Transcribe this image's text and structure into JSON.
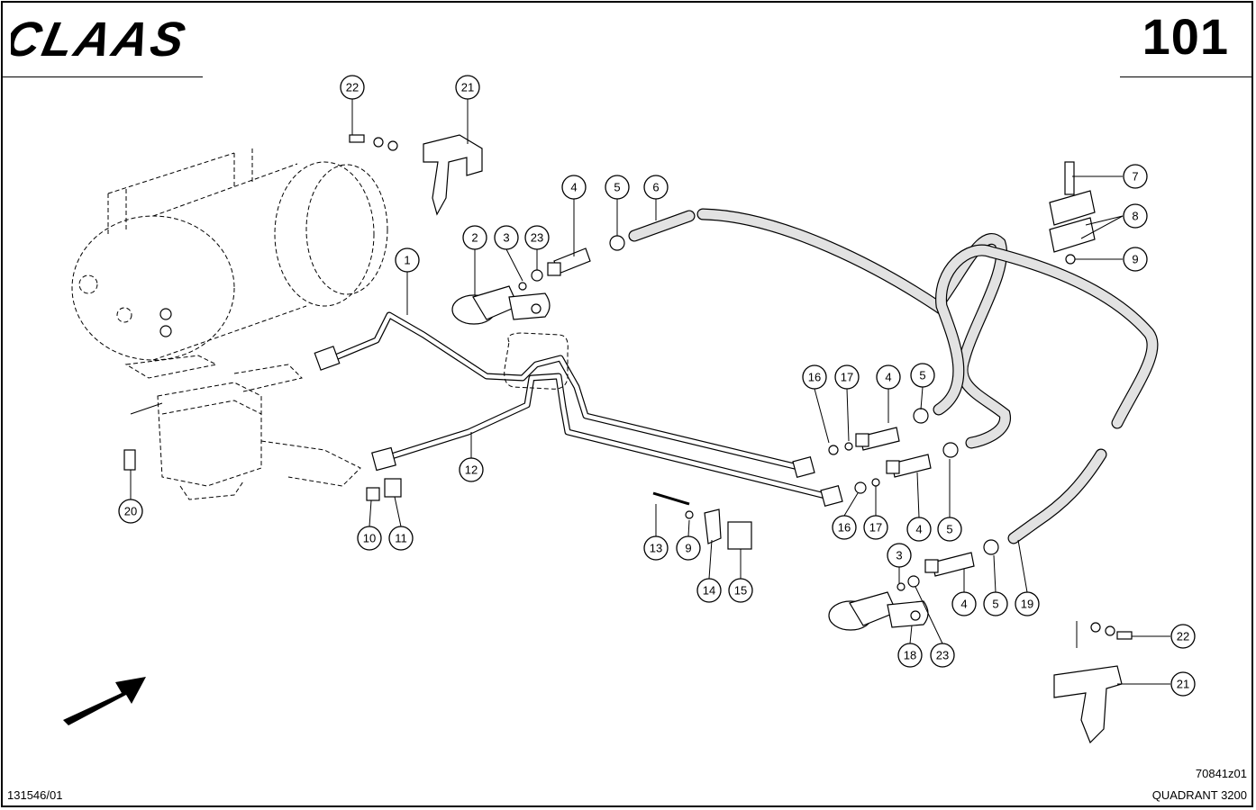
{
  "header": {
    "brand": "CLAAS",
    "page_number": "101"
  },
  "footer": {
    "doc_id": "131546/01",
    "drawing_code": "70841z01",
    "machine_model": "QUADRANT 3200"
  },
  "callouts": [
    {
      "label": "22"
    },
    {
      "label": "21"
    },
    {
      "label": "4"
    },
    {
      "label": "5"
    },
    {
      "label": "6"
    },
    {
      "label": "7"
    },
    {
      "label": "8"
    },
    {
      "label": "9"
    },
    {
      "label": "2"
    },
    {
      "label": "3"
    },
    {
      "label": "23"
    },
    {
      "label": "1"
    },
    {
      "label": "16"
    },
    {
      "label": "17"
    },
    {
      "label": "4"
    },
    {
      "label": "5"
    },
    {
      "label": "12"
    },
    {
      "label": "20"
    },
    {
      "label": "10"
    },
    {
      "label": "11"
    },
    {
      "label": "13"
    },
    {
      "label": "9"
    },
    {
      "label": "14"
    },
    {
      "label": "15"
    },
    {
      "label": "16"
    },
    {
      "label": "17"
    },
    {
      "label": "4"
    },
    {
      "label": "5"
    },
    {
      "label": "3"
    },
    {
      "label": "4"
    },
    {
      "label": "5"
    },
    {
      "label": "19"
    },
    {
      "label": "18"
    },
    {
      "label": "23"
    },
    {
      "label": "22"
    },
    {
      "label": "21"
    }
  ],
  "colors": {
    "ink": "#000000",
    "paper": "#ffffff",
    "hose_fill": "#e2e2e2"
  }
}
